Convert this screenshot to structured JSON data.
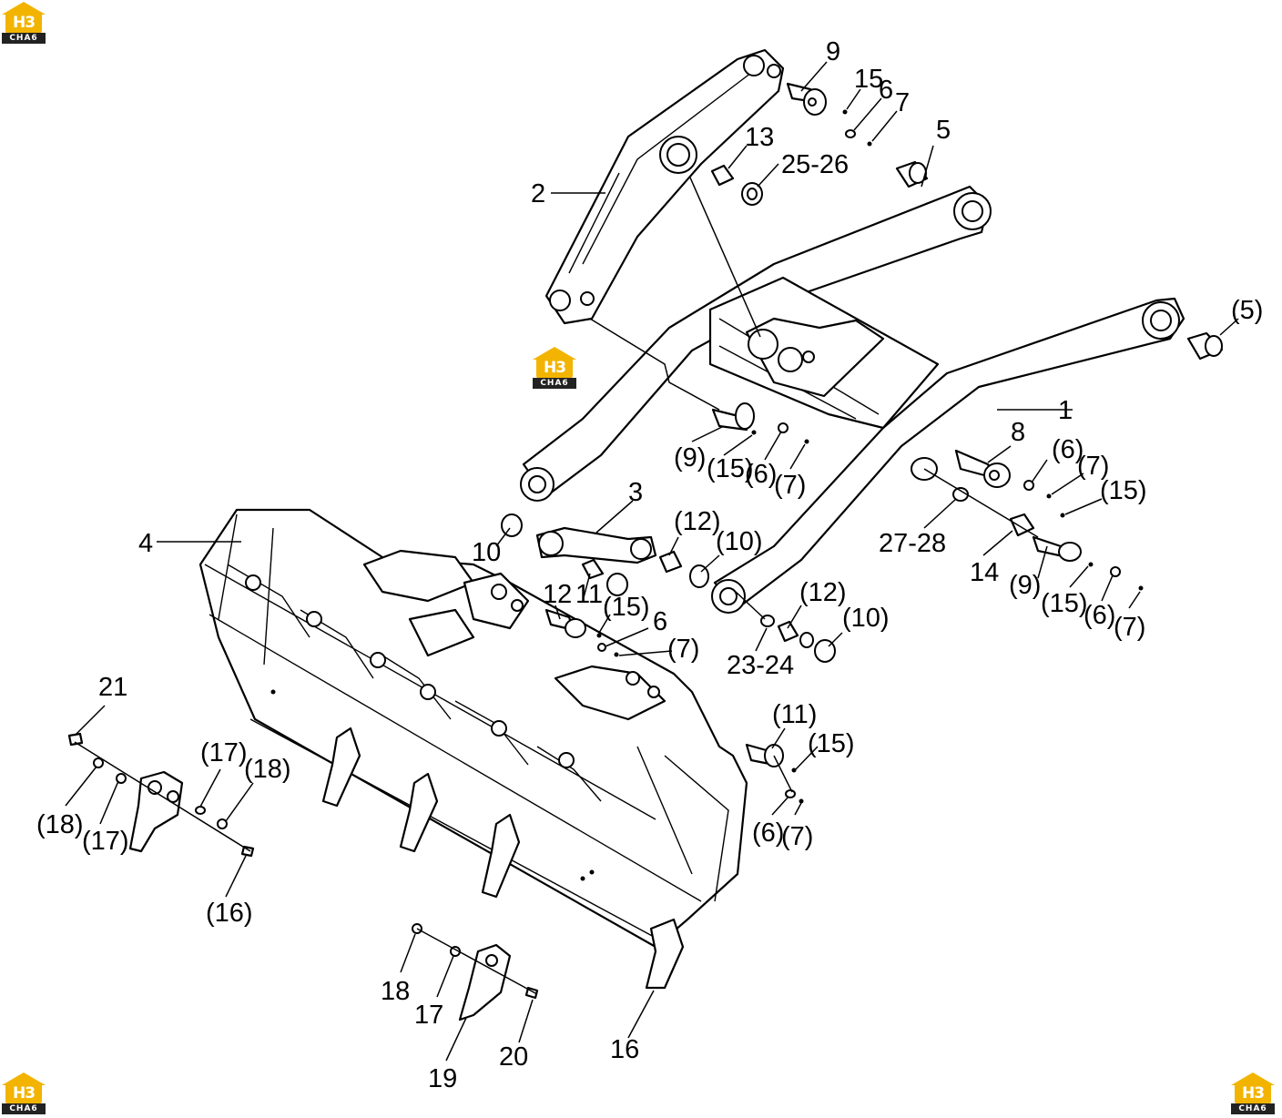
{
  "logo": {
    "mark": "H3",
    "caption": "CHA6"
  },
  "callouts": {
    "c1": "1",
    "c2": "2",
    "c3": "3",
    "c4": "4",
    "c5": "5",
    "c5p": "(5)",
    "c6a": "6",
    "c6b": "(6)",
    "c6c": "(6)",
    "c6d": "(6)",
    "c6e": "6",
    "c6f": "(6)",
    "c7a": "7",
    "c7b": "(7)",
    "c7c": "(7)",
    "c7d": "(7)",
    "c7e": "(7)",
    "c7f": "(7)",
    "c8": "8",
    "c9a": "9",
    "c9b": "(9)",
    "c9c": "(9)",
    "c10a": "10",
    "c10b": "(10)",
    "c10c": "(10)",
    "c11a": "11",
    "c11b": "(11)",
    "c12a": "(12)",
    "c12b": "12",
    "c12c": "(12)",
    "c13": "13",
    "c14": "14",
    "c15a": "15",
    "c15b": "(15)",
    "c15c": "(15)",
    "c15d": "(15)",
    "c15e": "(15)",
    "c15f": "(15)",
    "c16a": "(16)",
    "c16b": "16",
    "c17a": "(17)",
    "c17b": "(17)",
    "c17c": "17",
    "c18a": "(18)",
    "c18b": "(18)",
    "c18c": "18",
    "c19": "19",
    "c20": "20",
    "c21": "21",
    "c2324": "23-24",
    "c2526": "25-26",
    "c2728": "27-28"
  }
}
